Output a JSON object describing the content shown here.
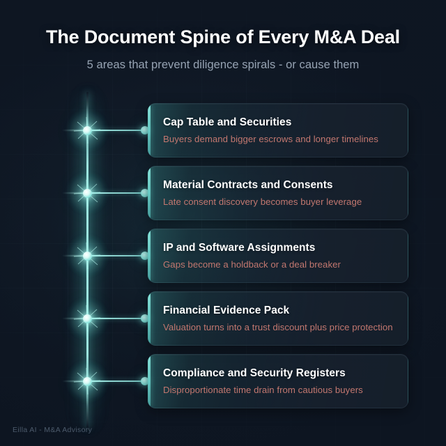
{
  "header": {
    "title": "The Document Spine of Every M&A Deal",
    "subtitle": "5 areas that prevent diligence spirals - or cause them"
  },
  "footer": {
    "brand": "Eilla AI - M&A Advisory"
  },
  "theme": {
    "background": "#121b28",
    "accent": "#8ae7de",
    "node_glow": "#a8f3ec",
    "card_title_color": "#ffffff",
    "card_sub_color": "#c2776f",
    "subtitle_color": "#96a3b3",
    "footer_color": "#4c5a6b"
  },
  "timeline": {
    "items": [
      {
        "index": 1,
        "title": "Cap Table and Securities",
        "subtitle": "Buyers demand bigger escrows and longer timelines"
      },
      {
        "index": 2,
        "title": "Material Contracts and Consents",
        "subtitle": "Late consent discovery becomes buyer leverage"
      },
      {
        "index": 3,
        "title": "IP and Software Assignments",
        "subtitle": "Gaps become a holdback or a deal breaker"
      },
      {
        "index": 4,
        "title": "Financial Evidence Pack",
        "subtitle": "Valuation turns into a trust discount plus price protection"
      },
      {
        "index": 5,
        "title": "Compliance and Security Registers",
        "subtitle": "Disproportionate time drain from cautious buyers"
      }
    ]
  }
}
